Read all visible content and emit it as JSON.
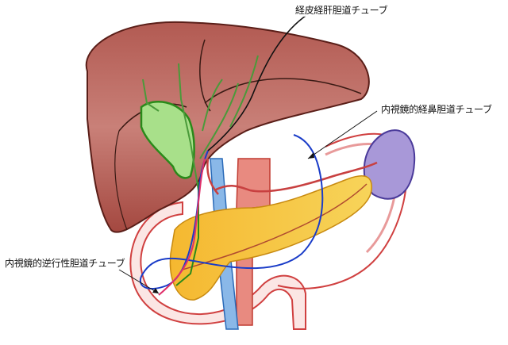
{
  "diagram": {
    "type": "anatomical-illustration",
    "subject": "liver, gallbladder, bile ducts, pancreas, duodenum, spleen with biliary drainage tubes",
    "labels": [
      {
        "id": "ptbd",
        "text": "経皮経肝胆道チューブ"
      },
      {
        "id": "enbd",
        "text": "内視鏡的経鼻胆道チューブ"
      },
      {
        "id": "erbd",
        "text": "内視鏡的逆行性胆道チューブ"
      }
    ],
    "colors": {
      "liver": "#a0403a",
      "liver_light": "#c97a72",
      "gallbladder": "#5fbf3a",
      "bile_duct": "#4a9a3a",
      "pancreas": "#f3c23a",
      "duodenum": "#e07070",
      "spleen": "#8a78c8",
      "portal_vein": "#4a8fd0",
      "artery": "#d05050",
      "enbd_tube": "#1a3cc8",
      "erbd_tube": "#e0306a",
      "leader_line": "#111111"
    }
  }
}
